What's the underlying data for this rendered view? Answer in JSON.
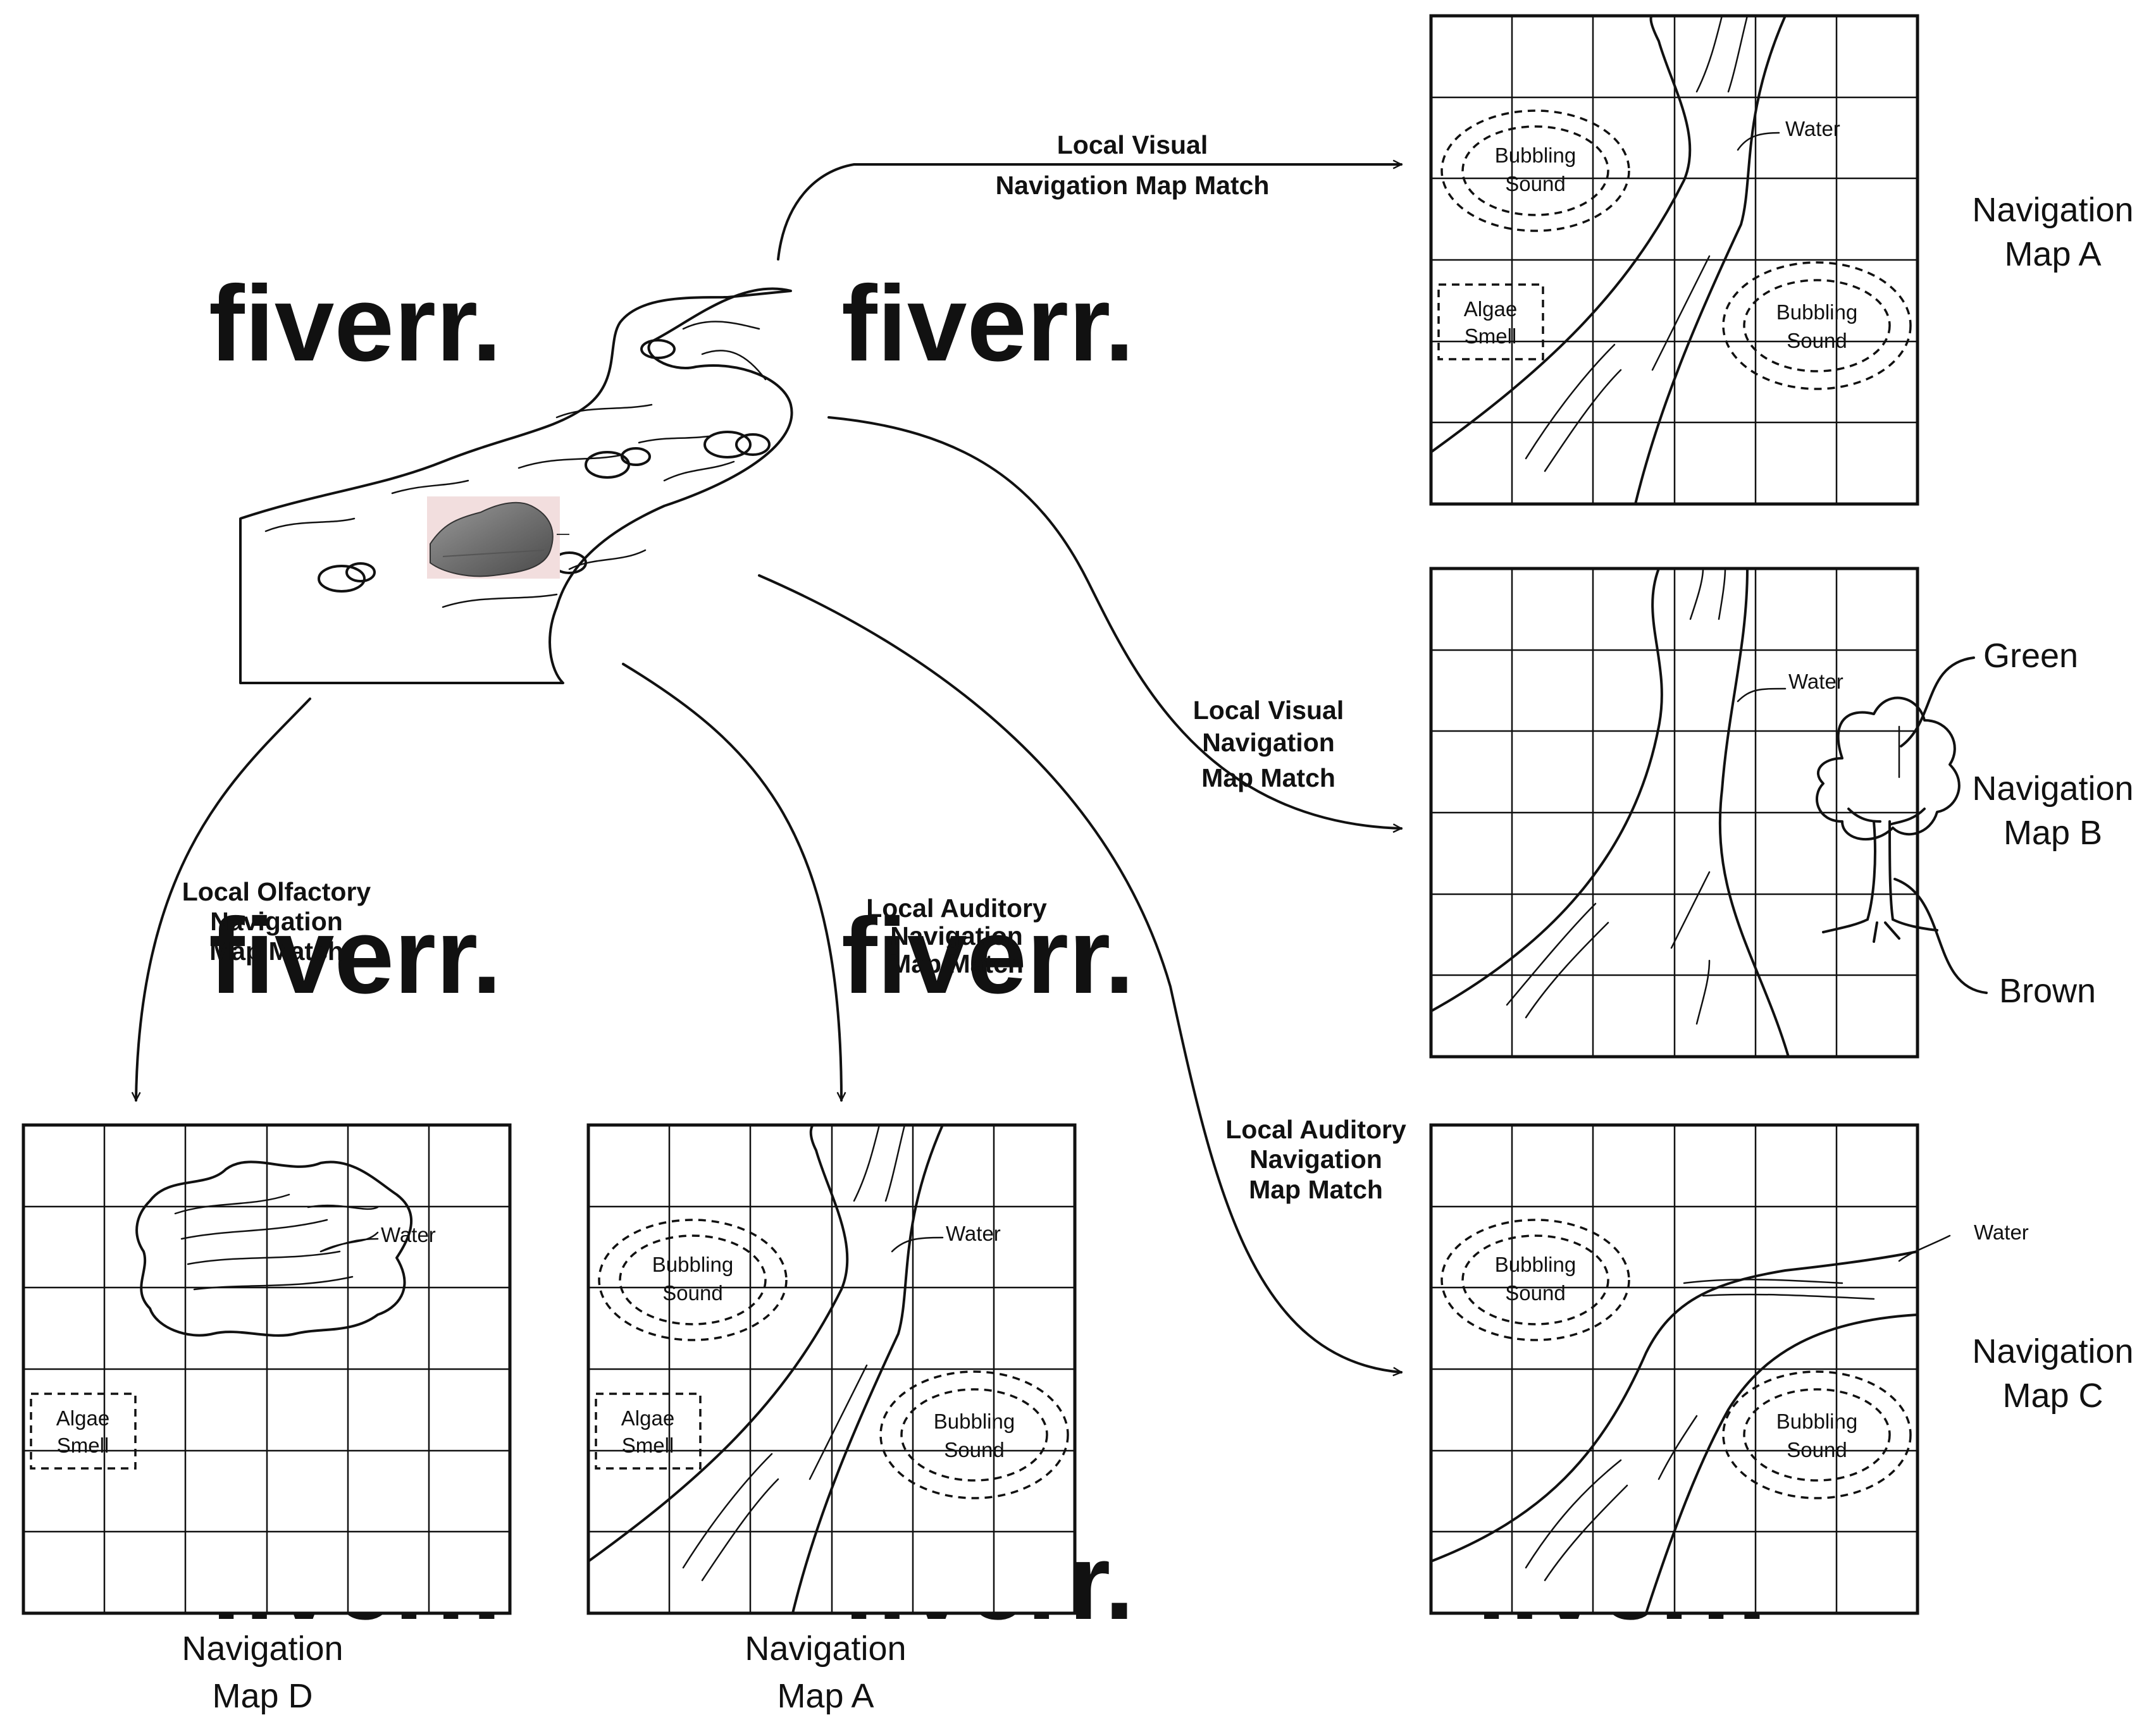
{
  "watermark": "fiverr.",
  "connectors": {
    "visual_to_map_a": {
      "line1": "Local Visual",
      "line2": "Navigation Map Match"
    },
    "visual_to_map_b": {
      "line1": "Local Visual",
      "line2": "Navigation",
      "line3": "Map Match"
    },
    "auditory_to_map_c": {
      "line1": "Local Auditory",
      "line2": "Navigation",
      "line3": "Map Match"
    },
    "olfactory_to_map_d": {
      "line1": "Local Olfactory",
      "line2": "Navigation",
      "line3": "Map Match"
    },
    "auditory_to_map_a_bottom": {
      "line1": "Local Auditory",
      "line2": "Navigation",
      "line3": "Map Match"
    }
  },
  "maps": {
    "top_right_a": {
      "title_line1": "Navigation",
      "title_line2": "Map A",
      "water": "Water",
      "bubbling_1": [
        "Bubbling",
        "Sound"
      ],
      "bubbling_2": [
        "Bubbling",
        "Sound"
      ],
      "algae": [
        "Algae",
        "Smell"
      ]
    },
    "middle_right_b": {
      "title_line1": "Navigation",
      "title_line2": "Map B",
      "water": "Water",
      "green": "Green",
      "brown": "Brown"
    },
    "bottom_right_c": {
      "title_line1": "Navigation",
      "title_line2": "Map C",
      "water": "Water",
      "bubbling_1": [
        "Bubbling",
        "Sound"
      ],
      "bubbling_2": [
        "Bubbling",
        "Sound"
      ]
    },
    "bottom_left_d": {
      "title_line1": "Navigation",
      "title_line2": "Map D",
      "water": "Water",
      "algae": [
        "Algae",
        "Smell"
      ]
    },
    "bottom_middle_a": {
      "title_line1": "Navigation",
      "title_line2": "Map A",
      "water": "Water",
      "bubbling_1": [
        "Bubbling",
        "Sound"
      ],
      "bubbling_2": [
        "Bubbling",
        "Sound"
      ],
      "algae": [
        "Algae",
        "Smell"
      ]
    }
  }
}
